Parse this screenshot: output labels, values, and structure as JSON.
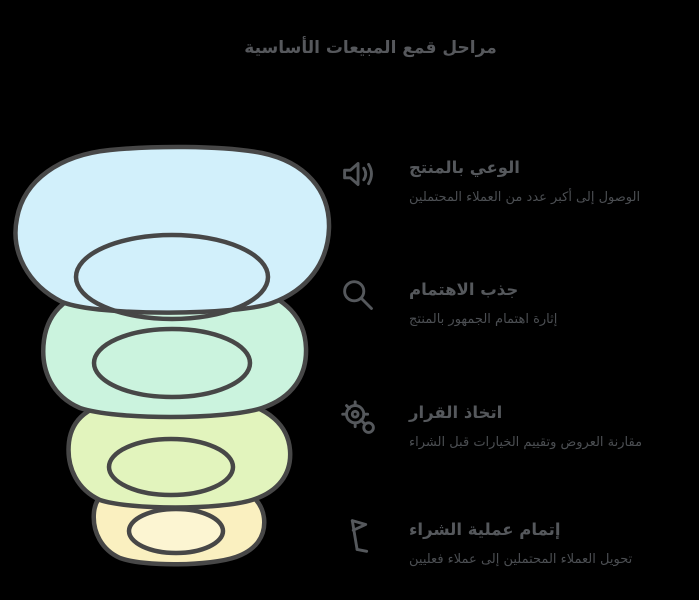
{
  "title": "مراحل قمع المبيعات الأساسية",
  "funnel": {
    "outline_color": "#474747",
    "levels": [
      {
        "position": "top",
        "color": "#d2f0fb"
      },
      {
        "position": "second",
        "color": "#cbf3de"
      },
      {
        "position": "third",
        "color": "#e2f4bd"
      },
      {
        "position": "bottom",
        "color": "#faf0c0",
        "inner_ellipse_color": "#fcf5d2"
      }
    ]
  },
  "stages": [
    {
      "icon": "megaphone-icon",
      "heading": "الوعي بالمنتج",
      "description": "الوصول إلى أكبر عدد من العملاء المحتملين"
    },
    {
      "icon": "magnifier-icon",
      "heading": "جذب الاهتمام",
      "description": "إثارة اهتمام الجمهور بالمنتج"
    },
    {
      "icon": "gear-icon",
      "heading": "اتخاذ القرار",
      "description": "مقارنة العروض وتقييم الخيارات قبل الشراء"
    },
    {
      "icon": "flag-icon",
      "heading": "إتمام عملية الشراء",
      "description": "تحويل العملاء المحتملين إلى عملاء فعليين"
    }
  ],
  "colors": {
    "background": "#000000",
    "title_text": "#56585c",
    "heading_text": "#55585c",
    "description_text": "#4b4e52",
    "icon": "#55585c"
  }
}
